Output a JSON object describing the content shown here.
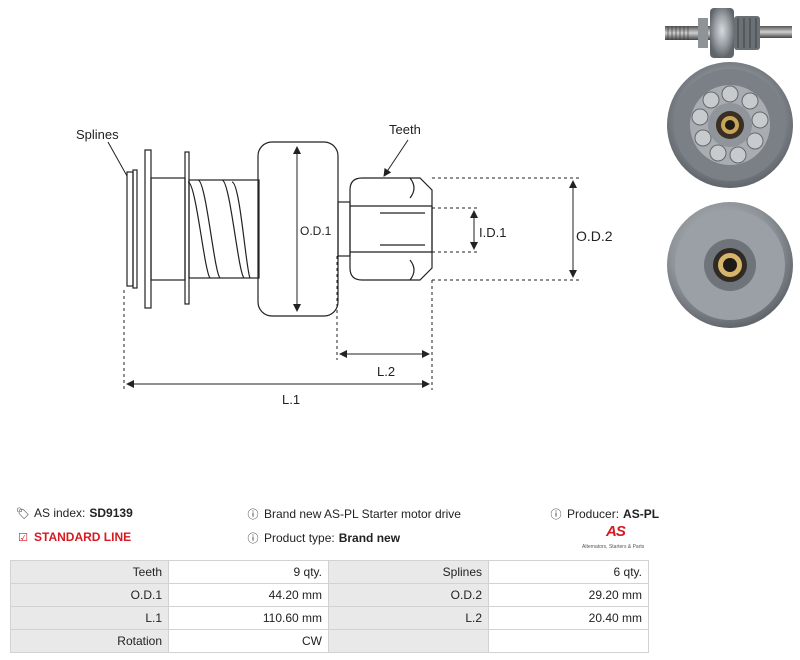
{
  "drawing": {
    "labels": {
      "splines": "Splines",
      "teeth": "Teeth",
      "od1": "O.D.1",
      "od2": "O.D.2",
      "id1": "I.D.1",
      "l1": "L.1",
      "l2": "L.2"
    }
  },
  "info": {
    "as_index_label": "AS index:",
    "as_index_value": "SD9139",
    "standard_line": "STANDARD LINE",
    "description": "Brand new AS-PL Starter motor drive",
    "product_type_label": "Product type:",
    "product_type_value": "Brand new",
    "producer_label": "Producer:",
    "producer_value": "AS-PL"
  },
  "logo": {
    "mark": "AS",
    "tagline": "Alternators, Starters & Parts"
  },
  "icons": {
    "index": "tags-icon",
    "standard": "checkbox-icon",
    "info": "info-icon"
  },
  "colors": {
    "accent": "#d71920",
    "table_key_bg": "#e9e9e9",
    "table_border": "#d2d2d2"
  },
  "specs": [
    [
      "Teeth",
      "9 qty.",
      "Splines",
      "6 qty."
    ],
    [
      "O.D.1",
      "44.20 mm",
      "O.D.2",
      "29.20 mm"
    ],
    [
      "L.1",
      "110.60 mm",
      "L.2",
      "20.40 mm"
    ],
    [
      "Rotation",
      "CW",
      "",
      ""
    ]
  ]
}
